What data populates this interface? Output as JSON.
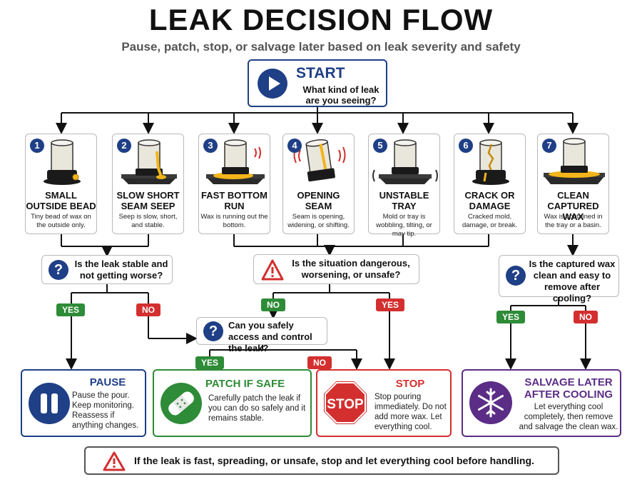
{
  "title": "LEAK DECISION FLOW",
  "subtitle": "Pause, patch, stop, or salvage later based on leak severity and safety",
  "start": {
    "label": "START",
    "question": "What kind of leak are you seeing?"
  },
  "cards": [
    {
      "num": "1",
      "title": "SMALL OUTSIDE BEAD",
      "desc": "Tiny bead of wax on the outside only.",
      "icon": "small-bead-icon"
    },
    {
      "num": "2",
      "title": "SLOW SHORT SEAM SEEP",
      "desc": "Seep is slow, short, and stable.",
      "icon": "seam-seep-icon"
    },
    {
      "num": "3",
      "title": "FAST BOTTOM RUN",
      "desc": "Wax is running out the bottom.",
      "icon": "bottom-run-icon"
    },
    {
      "num": "4",
      "title": "OPENING SEAM",
      "desc": "Seam is opening, widening, or shifting.",
      "icon": "opening-seam-icon"
    },
    {
      "num": "5",
      "title": "UNSTABLE TRAY",
      "desc": "Mold or tray is wobbling, tilting, or may tip.",
      "icon": "unstable-tray-icon"
    },
    {
      "num": "6",
      "title": "CRACK OR DAMAGE",
      "desc": "Cracked mold, damage, or break.",
      "icon": "cracked-mold-icon"
    },
    {
      "num": "7",
      "title": "CLEAN CAPTURED WAX",
      "desc": "Wax is contained in the tray or a basin.",
      "icon": "captured-wax-icon"
    }
  ],
  "questions": {
    "stable": "Is the leak stable and not getting worse?",
    "danger": "Is the situation dangerous, worsening, or unsafe?",
    "access": "Can you safely access and control the leak?",
    "captured": "Is the captured wax clean and easy to remove after cooling?"
  },
  "labels": {
    "yes": "YES",
    "no": "NO"
  },
  "outcomes": {
    "pause": {
      "title": "PAUSE",
      "body": "Pause the pour. Keep monitoring. Reassess if anything changes.",
      "color": "#1f3f86"
    },
    "patch": {
      "title": "PATCH IF SAFE",
      "body": "Carefully patch the leak if you can do so safely and it remains stable.",
      "color": "#2e8b37"
    },
    "stop": {
      "title": "STOP",
      "body": "Stop pouring immediately. Do not add more wax. Let everything cool.",
      "color": "#d32f2f",
      "sign": "STOP"
    },
    "salvage": {
      "title": "SALVAGE LATER AFTER COOLING",
      "body": "Let everything cool completely, then remove and salvage the clean wax.",
      "color": "#5b2d86"
    }
  },
  "footer": "If the leak is fast, spreading, or unsafe, stop and let everything cool before handling.",
  "colors": {
    "navy": "#1f3f86",
    "green": "#2e8b37",
    "red": "#d32f2f",
    "purple": "#5b2d86",
    "wax": "#f2b51a"
  }
}
